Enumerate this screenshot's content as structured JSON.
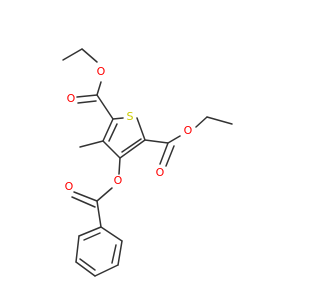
{
  "molecule": {
    "atoms": {
      "sulfur": "S",
      "oxygen_ester1_carbonyl": "O",
      "oxygen_ester1_ether": "O",
      "oxygen_ester2_carbonyl": "O",
      "oxygen_ester2_ether": "O",
      "oxygen_benzoyl_ether": "O",
      "oxygen_benzoyl_carbonyl": "O"
    }
  },
  "colors": {
    "bond": "#333333",
    "oxygen": "#ff0000",
    "sulfur": "#cccc00",
    "background": "#ffffff"
  }
}
